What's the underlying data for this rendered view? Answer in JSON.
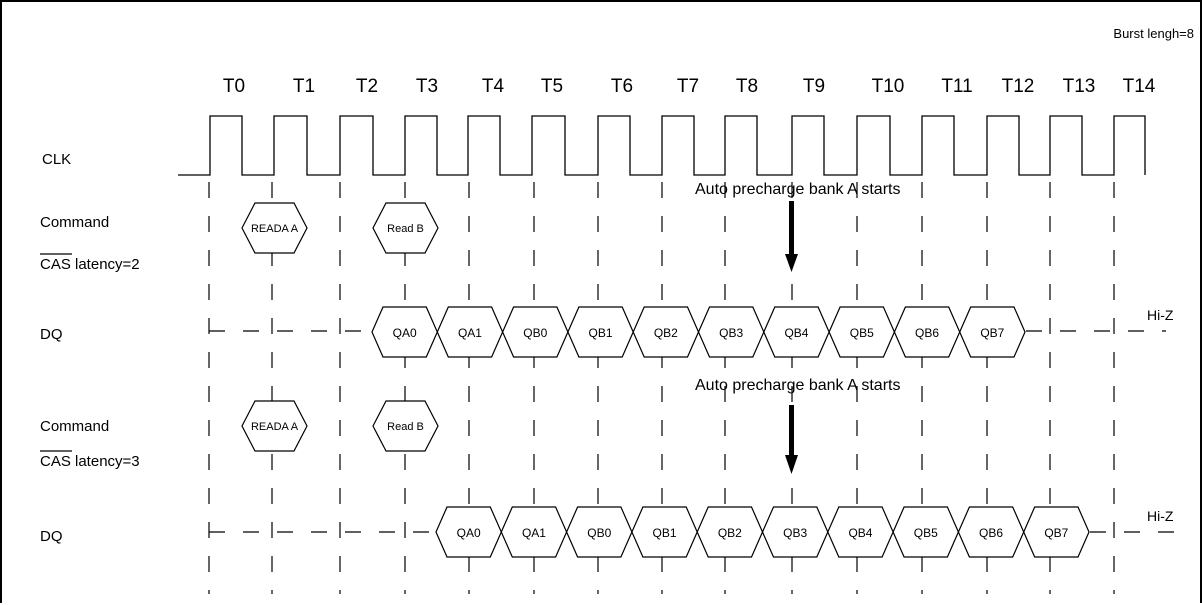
{
  "burst_label": "Burst lengh=8",
  "time_labels": [
    "T0",
    "T1",
    "T2",
    "T3",
    "T4",
    "T5",
    "T6",
    "T7",
    "T8",
    "T9",
    "T10",
    "T11",
    "T12",
    "T13",
    "T14"
  ],
  "signal_labels": {
    "clk": "CLK",
    "command1": "Command",
    "cas_word1": "CAS",
    "latency1": " latency=2",
    "dq1": "DQ",
    "command2": "Command",
    "cas_word2": "CAS",
    "latency2": " latency=3",
    "dq2": "DQ"
  },
  "commands1": [
    "READA A",
    "Read B"
  ],
  "commands2": [
    "READA A",
    "Read B"
  ],
  "dq1_cells": [
    "QA0",
    "QA1",
    "QB0",
    "QB1",
    "QB2",
    "QB3",
    "QB4",
    "QB5",
    "QB6",
    "QB7"
  ],
  "dq2_cells": [
    "QA0",
    "QA1",
    "QB0",
    "QB1",
    "QB2",
    "QB3",
    "QB4",
    "QB5",
    "QB6",
    "QB7"
  ],
  "annotation1": "Auto precharge bank A starts",
  "annotation2": "Auto precharge bank A starts",
  "hiz1": "Hi-Z",
  "hiz2": "Hi-Z"
}
